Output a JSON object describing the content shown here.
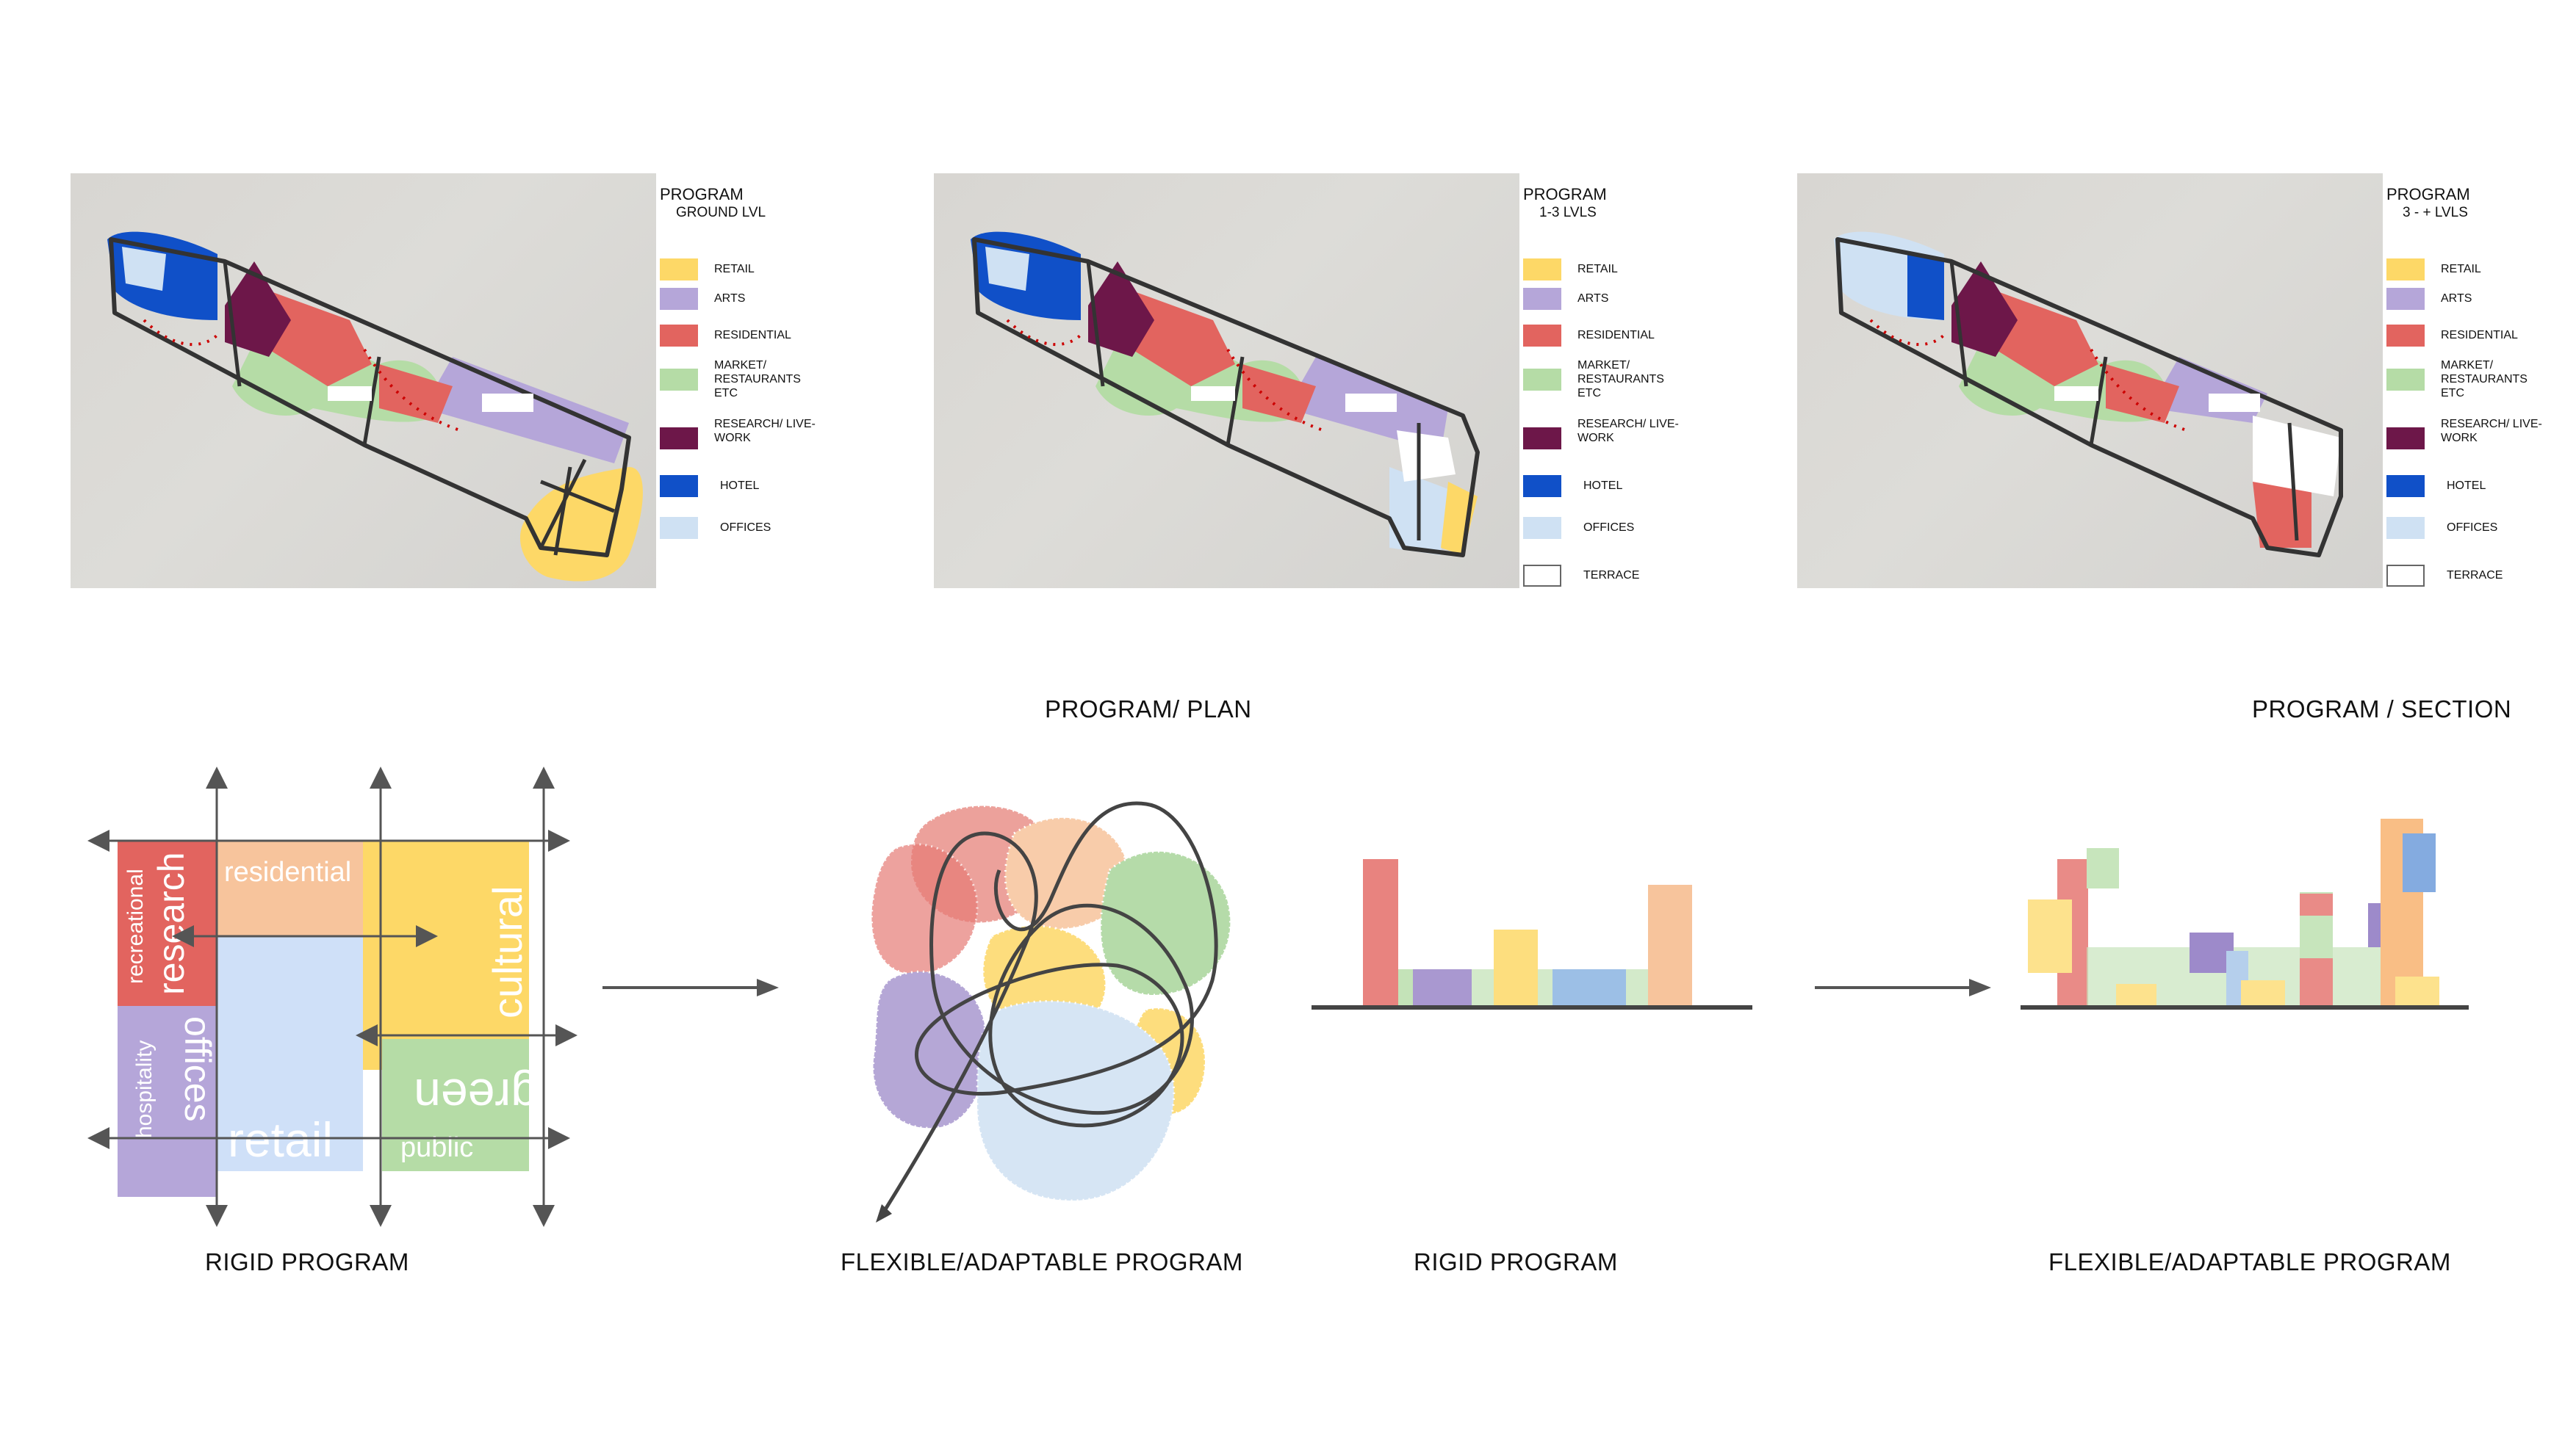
{
  "colors": {
    "retail": "#fdd867",
    "arts": "#b5a6d9",
    "residential": "#e2645f",
    "market": "#b5dca6",
    "research": "#6d1749",
    "hotel": "#1050c8",
    "offices": "#cfe1f3",
    "terrace": "#ffffff",
    "outline": "#333333"
  },
  "plans": [
    {
      "heading": "PROGRAM",
      "level": "GROUND LVL",
      "legend": [
        {
          "key": "retail",
          "label": "RETAIL"
        },
        {
          "key": "arts",
          "label": "ARTS"
        },
        {
          "key": "residential",
          "label": "RESIDENTIAL"
        },
        {
          "key": "market",
          "label": "MARKET/ RESTAURANTS ETC"
        },
        {
          "key": "research",
          "label": "RESEARCH/ LIVE-WORK"
        },
        {
          "key": "hotel",
          "label": "HOTEL"
        },
        {
          "key": "offices",
          "label": "OFFICES"
        }
      ]
    },
    {
      "heading": "PROGRAM",
      "level": "1-3 LVLS",
      "legend": [
        {
          "key": "retail",
          "label": "RETAIL"
        },
        {
          "key": "arts",
          "label": "ARTS"
        },
        {
          "key": "residential",
          "label": "RESIDENTIAL"
        },
        {
          "key": "market",
          "label": "MARKET/ RESTAURANTS ETC"
        },
        {
          "key": "research",
          "label": "RESEARCH/ LIVE-WORK"
        },
        {
          "key": "hotel",
          "label": "HOTEL"
        },
        {
          "key": "offices",
          "label": "OFFICES"
        },
        {
          "key": "terrace",
          "label": "TERRACE"
        }
      ]
    },
    {
      "heading": "PROGRAM",
      "level": "3 - + LVLS",
      "legend": [
        {
          "key": "retail",
          "label": "RETAIL"
        },
        {
          "key": "arts",
          "label": "ARTS"
        },
        {
          "key": "residential",
          "label": "RESIDENTIAL"
        },
        {
          "key": "market",
          "label": "MARKET/ RESTAURANTS ETC"
        },
        {
          "key": "research",
          "label": "RESEARCH/ LIVE-WORK"
        },
        {
          "key": "hotel",
          "label": "HOTEL"
        },
        {
          "key": "offices",
          "label": "OFFICES"
        },
        {
          "key": "terrace",
          "label": "TERRACE"
        }
      ]
    }
  ],
  "section_titles": {
    "plan": "PROGRAM/ PLAN",
    "section": "PROGRAM / SECTION"
  },
  "grid": {
    "recreational": "recreational",
    "research": "research",
    "residential": "residential",
    "cultural": "cultural",
    "hospitality": "hospitality",
    "offices": "offices",
    "retail": "retail",
    "green": "green",
    "public": "public"
  },
  "captions": {
    "rigid_plan": "RIGID PROGRAM",
    "flexible_plan": "FLEXIBLE/ADAPTABLE PROGRAM",
    "rigid_section": "RIGID PROGRAM",
    "flexible_section": "FLEXIBLE/ADAPTABLE PROGRAM"
  }
}
